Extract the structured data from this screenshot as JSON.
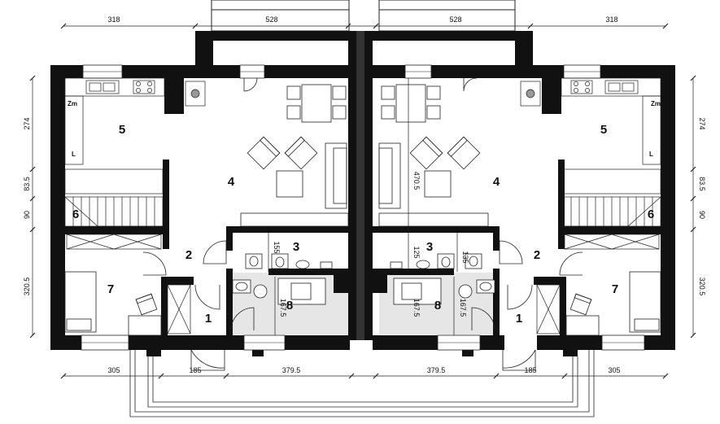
{
  "dimensions": {
    "top": [
      "318",
      "528",
      "528",
      "318"
    ],
    "bottom": [
      "305",
      "185",
      "379.5",
      "379.5",
      "185",
      "305"
    ],
    "left": [
      "274",
      "83.5",
      "90",
      "320.5"
    ],
    "right": [
      "274",
      "83.5",
      "90",
      "320.5"
    ],
    "interior": [
      "155",
      "167.5",
      "470.5",
      "125",
      "167.5",
      "167.5",
      "135"
    ]
  },
  "rooms": {
    "left": [
      "5",
      "4",
      "6",
      "2",
      "3",
      "7",
      "8",
      "1"
    ],
    "right": [
      "5",
      "4",
      "6",
      "2",
      "3",
      "7",
      "8",
      "1"
    ]
  },
  "appliance_labels": {
    "fridge_left": "Zm",
    "fridge_right": "Zm",
    "l_left": "L",
    "l_right": "L"
  },
  "colors": {
    "wall": "#111111",
    "line": "#222222",
    "floor_gray": "#e6e6e6",
    "background": "#ffffff"
  }
}
